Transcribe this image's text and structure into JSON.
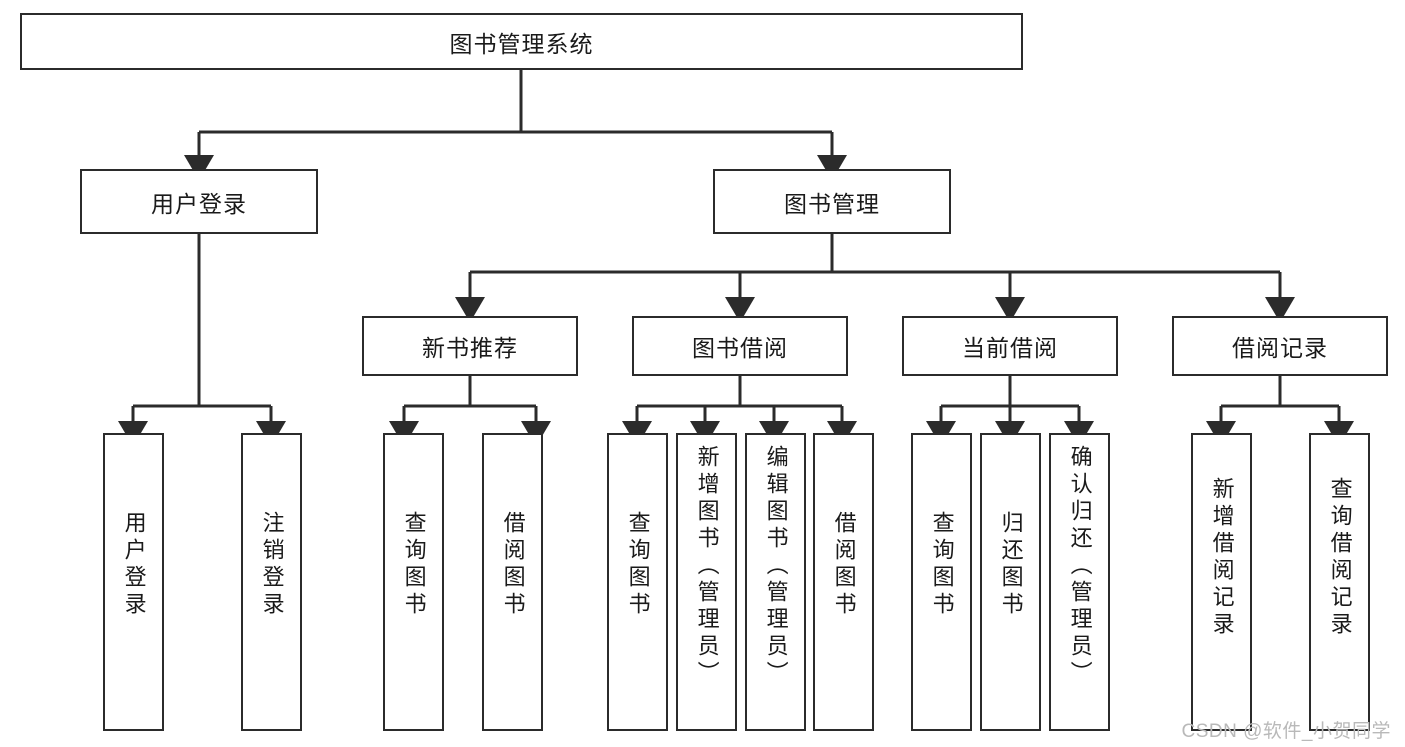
{
  "diagram": {
    "type": "tree-hierarchy",
    "title": "图书管理系统",
    "orientation": "top-down",
    "watermark": "CSDN @软件_小贺同学",
    "colors": {
      "box_border": "#2b2b2b",
      "box_fill": "#ffffff",
      "connector": "#2b2b2b",
      "text": "#1a1a1a",
      "watermark": "#b9b9b9",
      "background": "#ffffff"
    },
    "nodes": {
      "root": {
        "label": "图书管理系统",
        "level": 1,
        "orientation": "horizontal"
      },
      "l2": [
        {
          "id": "user-login",
          "label": "用户登录",
          "level": 2,
          "orientation": "horizontal"
        },
        {
          "id": "book-manage",
          "label": "图书管理",
          "level": 2,
          "orientation": "horizontal"
        }
      ],
      "l3": [
        {
          "id": "new-book-rec",
          "label": "新书推荐",
          "level": 3,
          "orientation": "horizontal",
          "parent": "book-manage"
        },
        {
          "id": "book-borrow",
          "label": "图书借阅",
          "level": 3,
          "orientation": "horizontal",
          "parent": "book-manage"
        },
        {
          "id": "current-borrow",
          "label": "当前借阅",
          "level": 3,
          "orientation": "horizontal",
          "parent": "book-manage"
        },
        {
          "id": "borrow-record",
          "label": "借阅记录",
          "level": 3,
          "orientation": "horizontal",
          "parent": "book-manage"
        }
      ],
      "leaves": [
        {
          "id": "leaf-user-login",
          "label": "用户登录",
          "parent": "user-login",
          "orientation": "vertical"
        },
        {
          "id": "leaf-logout",
          "label": "注销登录",
          "parent": "user-login",
          "orientation": "vertical"
        },
        {
          "id": "leaf-query-book-1",
          "label": "查询图书",
          "parent": "new-book-rec",
          "orientation": "vertical"
        },
        {
          "id": "leaf-borrow-book-1",
          "label": "借阅图书",
          "parent": "new-book-rec",
          "orientation": "vertical"
        },
        {
          "id": "leaf-query-book-2",
          "label": "查询图书",
          "parent": "book-borrow",
          "orientation": "vertical"
        },
        {
          "id": "leaf-add-book",
          "label": "新增图书（管理员）",
          "parent": "book-borrow",
          "orientation": "vertical"
        },
        {
          "id": "leaf-edit-book",
          "label": "编辑图书（管理员）",
          "parent": "book-borrow",
          "orientation": "vertical"
        },
        {
          "id": "leaf-borrow-book-2",
          "label": "借阅图书",
          "parent": "book-borrow",
          "orientation": "vertical"
        },
        {
          "id": "leaf-query-book-3",
          "label": "查询图书",
          "parent": "current-borrow",
          "orientation": "vertical"
        },
        {
          "id": "leaf-return-book",
          "label": "归还图书",
          "parent": "current-borrow",
          "orientation": "vertical"
        },
        {
          "id": "leaf-confirm-return",
          "label": "确认归还（管理员）",
          "parent": "current-borrow",
          "orientation": "vertical"
        },
        {
          "id": "leaf-add-record",
          "label": "新增借阅记录",
          "parent": "borrow-record",
          "orientation": "vertical"
        },
        {
          "id": "leaf-query-record",
          "label": "查询借阅记录",
          "parent": "borrow-record",
          "orientation": "vertical"
        }
      ]
    }
  }
}
